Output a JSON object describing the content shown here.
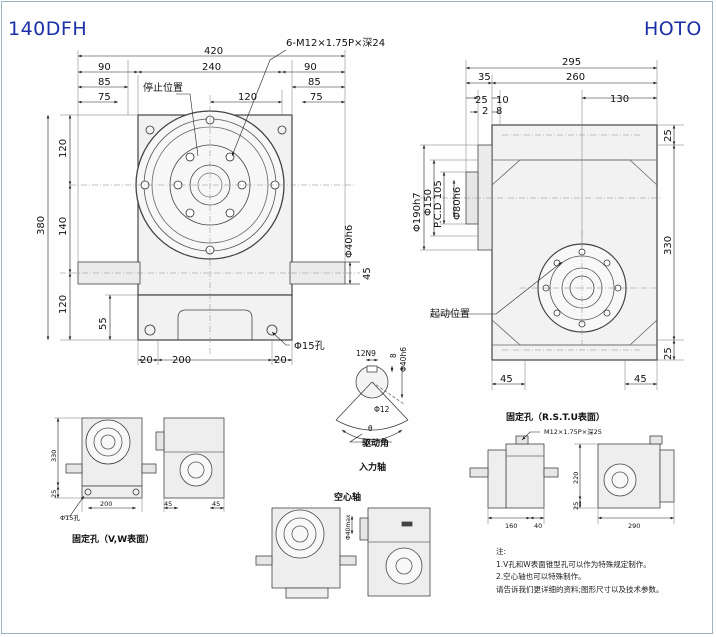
{
  "header": {
    "model": "140DFH",
    "brand": "HOTO"
  },
  "front_view": {
    "dims_top": [
      "420",
      "240",
      "90",
      "85",
      "75",
      "90",
      "85",
      "75",
      "120"
    ],
    "dims_left": [
      "380",
      "120",
      "140",
      "120",
      "55"
    ],
    "dims_bottom": [
      "20",
      "200",
      "20"
    ],
    "labels": {
      "stop_position": "停止位置",
      "tapped_holes": "6-M12×1.75P×深24",
      "shaft_dia": "Φ40h6",
      "shaft_len": "45",
      "mount_hole": "Φ15孔"
    }
  },
  "side_view": {
    "dims_top": [
      "295",
      "35",
      "260",
      "25",
      "10",
      "2",
      "8",
      "130"
    ],
    "dims_left": [
      "Φ190h7",
      "Φ150",
      "P.C.D 105",
      "Φ80h6"
    ],
    "dims_right": [
      "25",
      "330",
      "25"
    ],
    "dims_bottom": [
      "45",
      "45"
    ],
    "labels": {
      "start_position": "起动位置"
    }
  },
  "input_shaft": {
    "dims": [
      "12N9",
      "8",
      "Φ40h6",
      "Φ12",
      "θ"
    ],
    "labels": {
      "drive_angle": "驱动角",
      "title": "入力轴"
    }
  },
  "fixing_vw": {
    "title": "固定孔（V,W表面）",
    "dims": [
      "330",
      "25",
      "Φ15孔",
      "200",
      "45",
      "45"
    ]
  },
  "hollow_shaft": {
    "title": "空心轴",
    "dims": [
      "Φ40max"
    ]
  },
  "fixing_rstu": {
    "title": "固定孔（R.S.T.U表面）",
    "thread": "M12×1.75P×深25",
    "dims": [
      "160",
      "40",
      "220",
      "25",
      "290"
    ]
  },
  "notes": {
    "heading": "注:",
    "lines": [
      "1.V孔和W表面锥型孔可以作为特殊规定制作。",
      "2.空心轴也可以特殊制作。",
      "请告诉我们更详细的资料;图形尺寸以及技术参数。"
    ]
  }
}
